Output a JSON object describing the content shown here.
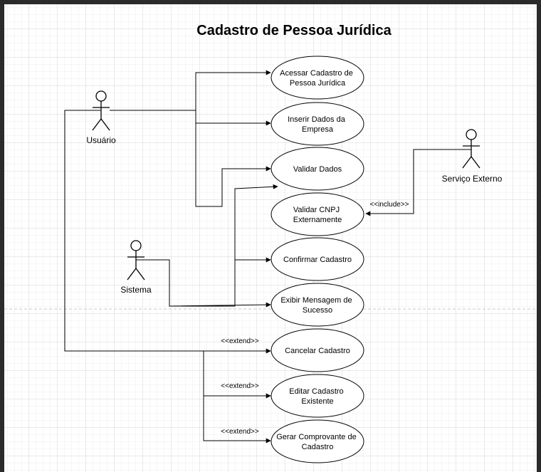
{
  "title": "Cadastro de Pessoa Jurídica",
  "actors": {
    "usuario": "Usuário",
    "sistema": "Sistema",
    "servico_externo": "Serviço Externo"
  },
  "use_cases": {
    "acessar": [
      "Acessar Cadastro de",
      "Pessoa Jurídica"
    ],
    "inserir": [
      "Inserir Dados da",
      "Empresa"
    ],
    "validar": [
      "Validar Dados"
    ],
    "validar_cnpj": [
      "Validar CNPJ",
      "Externamente"
    ],
    "confirmar": [
      "Confirmar Cadastro"
    ],
    "exibir": [
      "Exibir Mensagem de",
      "Sucesso"
    ],
    "cancelar": [
      "Cancelar Cadastro"
    ],
    "editar": [
      "Editar Cadastro",
      "Existente"
    ],
    "gerar": [
      "Gerar Comprovante de",
      "Cadastro"
    ]
  },
  "relations": {
    "include": "<<include>>",
    "extend_cancelar": "<<extend>>",
    "extend_editar": "<<extend>>",
    "extend_gerar": "<<extend>>"
  }
}
